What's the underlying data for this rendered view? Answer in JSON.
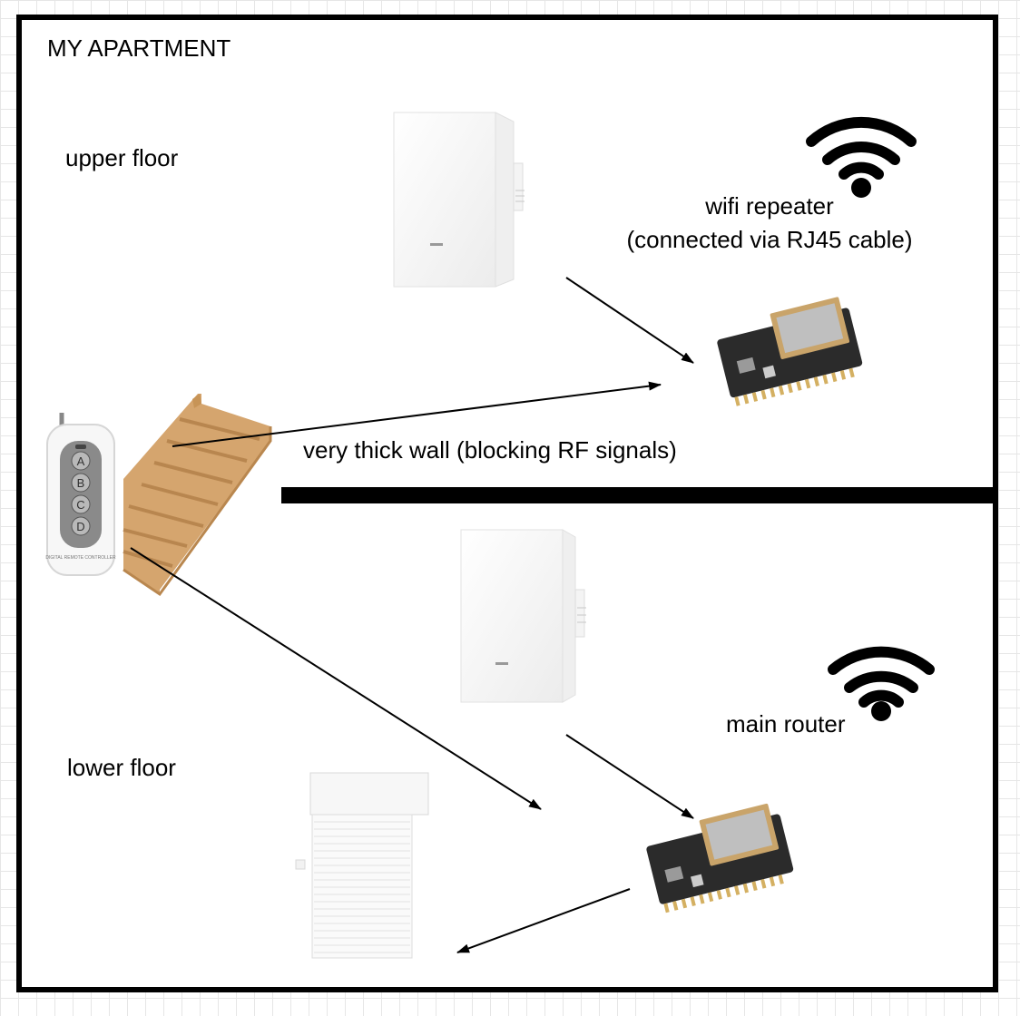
{
  "title": "MY APARTMENT",
  "upper_floor": "upper floor",
  "lower_floor": "lower floor",
  "wall_label": "very thick wall (blocking RF signals)",
  "repeater_line1": "wifi repeater",
  "repeater_line2": "(connected via RJ45 cable)",
  "router_label": "main router",
  "remote_buttons": [
    "A",
    "B",
    "C",
    "D"
  ],
  "remote_caption": "DIGITAL REMOTE CONTROLLER",
  "icons": {
    "wifi": "wifi-icon",
    "switch": "wall-switch-icon",
    "board": "esp32-board-icon",
    "remote": "rf-remote-icon",
    "stairs": "stairs-icon",
    "shutter": "roller-shutter-icon"
  },
  "colors": {
    "line": "#000000",
    "stairs": "#d5a56e",
    "board": "#2a2a2a"
  }
}
